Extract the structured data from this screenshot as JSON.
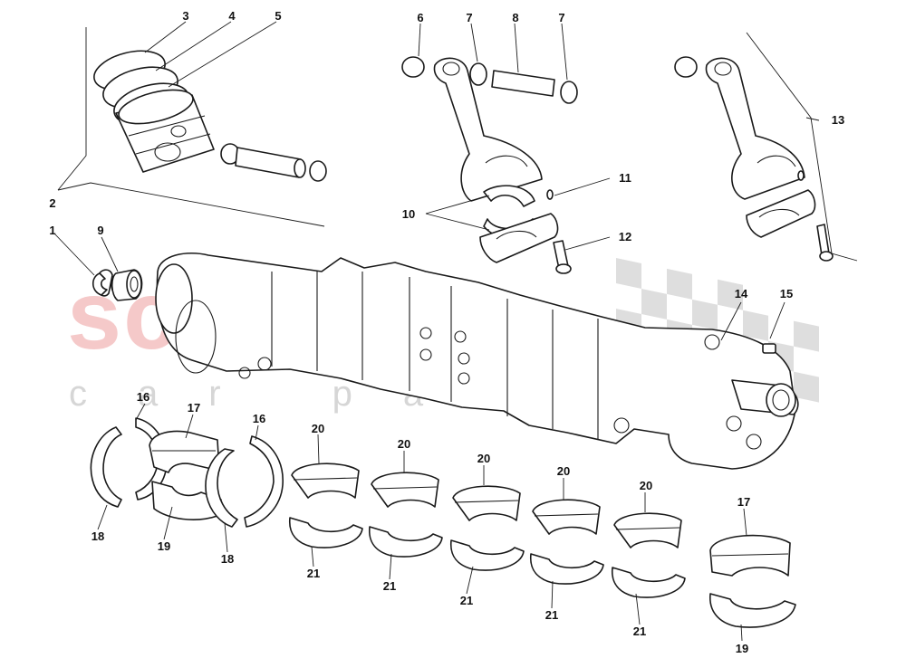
{
  "watermark": {
    "brand": "scuderia",
    "tagline": "car parts"
  },
  "callouts": {
    "c1": "1",
    "c2": "2",
    "c3": "3",
    "c4": "4",
    "c5": "5",
    "c6": "6",
    "c7a": "7",
    "c7b": "7",
    "c8": "8",
    "c9": "9",
    "c10": "10",
    "c11": "11",
    "c12": "12",
    "c13": "13",
    "c14": "14",
    "c15": "15",
    "c16a": "16",
    "c16b": "16",
    "c17a": "17",
    "c17b": "17",
    "c18a": "18",
    "c18b": "18",
    "c19a": "19",
    "c19b": "19",
    "c20a": "20",
    "c20b": "20",
    "c20c": "20",
    "c20d": "20",
    "c20e": "20",
    "c21a": "21",
    "c21b": "21",
    "c21c": "21",
    "c21d": "21",
    "c21e": "21"
  },
  "colors": {
    "line": "#1a1a1a",
    "watermark": "#f2b8b8",
    "flag": "#dedede"
  }
}
